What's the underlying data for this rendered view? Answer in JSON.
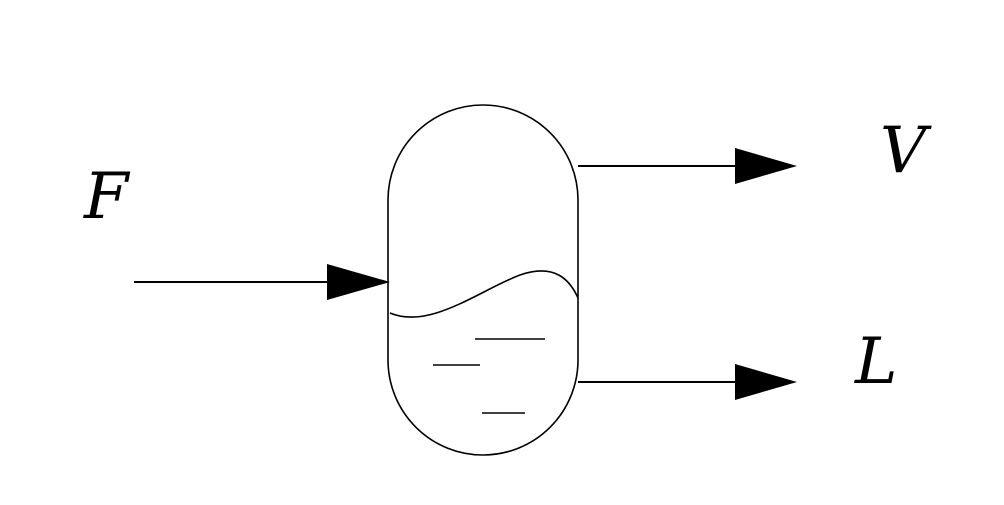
{
  "labels": {
    "feed": "F",
    "vapor": "V",
    "liquid": "L"
  },
  "colors": {
    "stroke": "#000000",
    "background": "#ffffff"
  }
}
